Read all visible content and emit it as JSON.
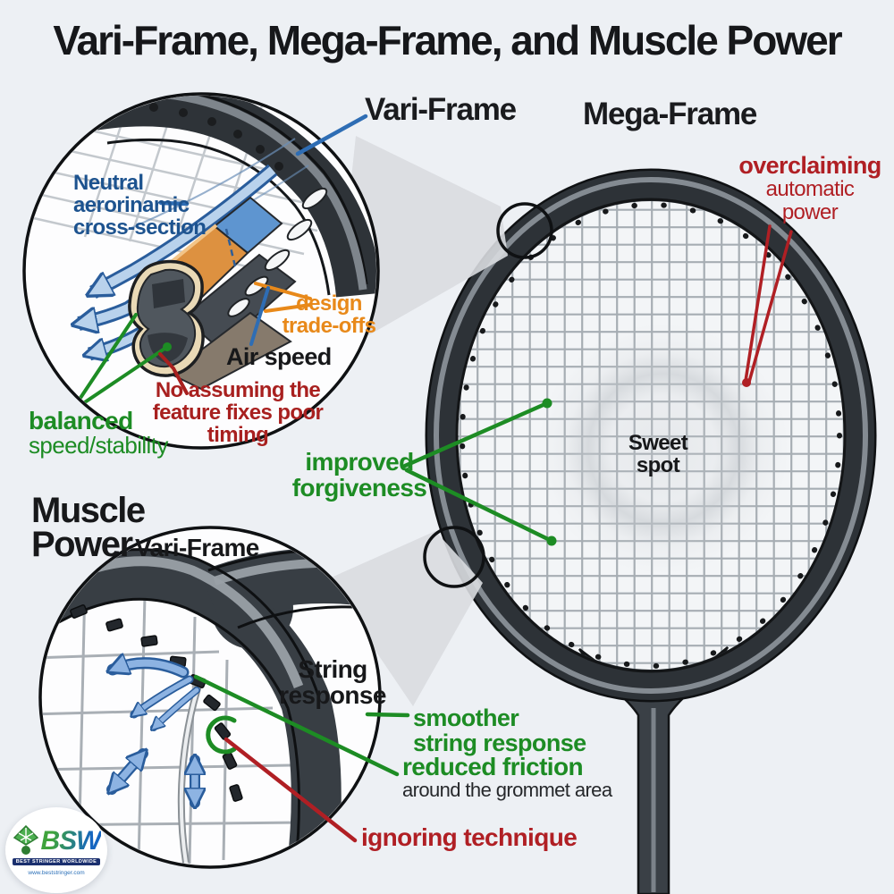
{
  "title": "Vari-Frame, Mega-Frame, and Muscle Power",
  "colors": {
    "background": "#edf0f4",
    "green_accent": "#1d8c24",
    "red_accent": "#b01f24",
    "dark_red_accent": "#a8201f",
    "blue_accent": "#1d538f",
    "orange_accent": "#e8891a",
    "frame_dark": "#33383d"
  },
  "frame_labels": {
    "vari_frame": "Vari-Frame",
    "mega_frame": "Mega-Frame"
  },
  "cross_section_circle": {
    "neutral_line1": "Neutral",
    "neutral_line2": "aerorinamic",
    "neutral_line3": "cross-section",
    "design_line1": "design",
    "design_line2": "trade-offs",
    "air_speed": "Air speed",
    "warning_line1": "No assuming the",
    "warning_line2": "feature fixes poor",
    "warning_line3": "timing",
    "balanced_line1": "balanced",
    "balanced_line2": "speed/stability"
  },
  "racket": {
    "sweet_spot_line1": "Sweet",
    "sweet_spot_line2": "spot",
    "overclaiming_line1": "overclaiming",
    "overclaiming_line2": "automatic",
    "overclaiming_line3": "power",
    "improved_line1": "improved",
    "improved_line2": "forgiveness"
  },
  "muscle_power_circle": {
    "heading_line1": "Muscle",
    "heading_line2": "Power",
    "vari_frame": "Vari-Frame",
    "string_response_line1": "String",
    "string_response_line2": "response",
    "smoother_line1": "smoother",
    "smoother_line2": "string response",
    "reduced_line1": "reduced friction",
    "reduced_line2": "around the grommet area",
    "ignoring": "ignoring technique"
  },
  "logo": {
    "name": "BSW",
    "tagline": "BEST STRINGER WORLDWIDE",
    "url": "www.beststringer.com"
  }
}
